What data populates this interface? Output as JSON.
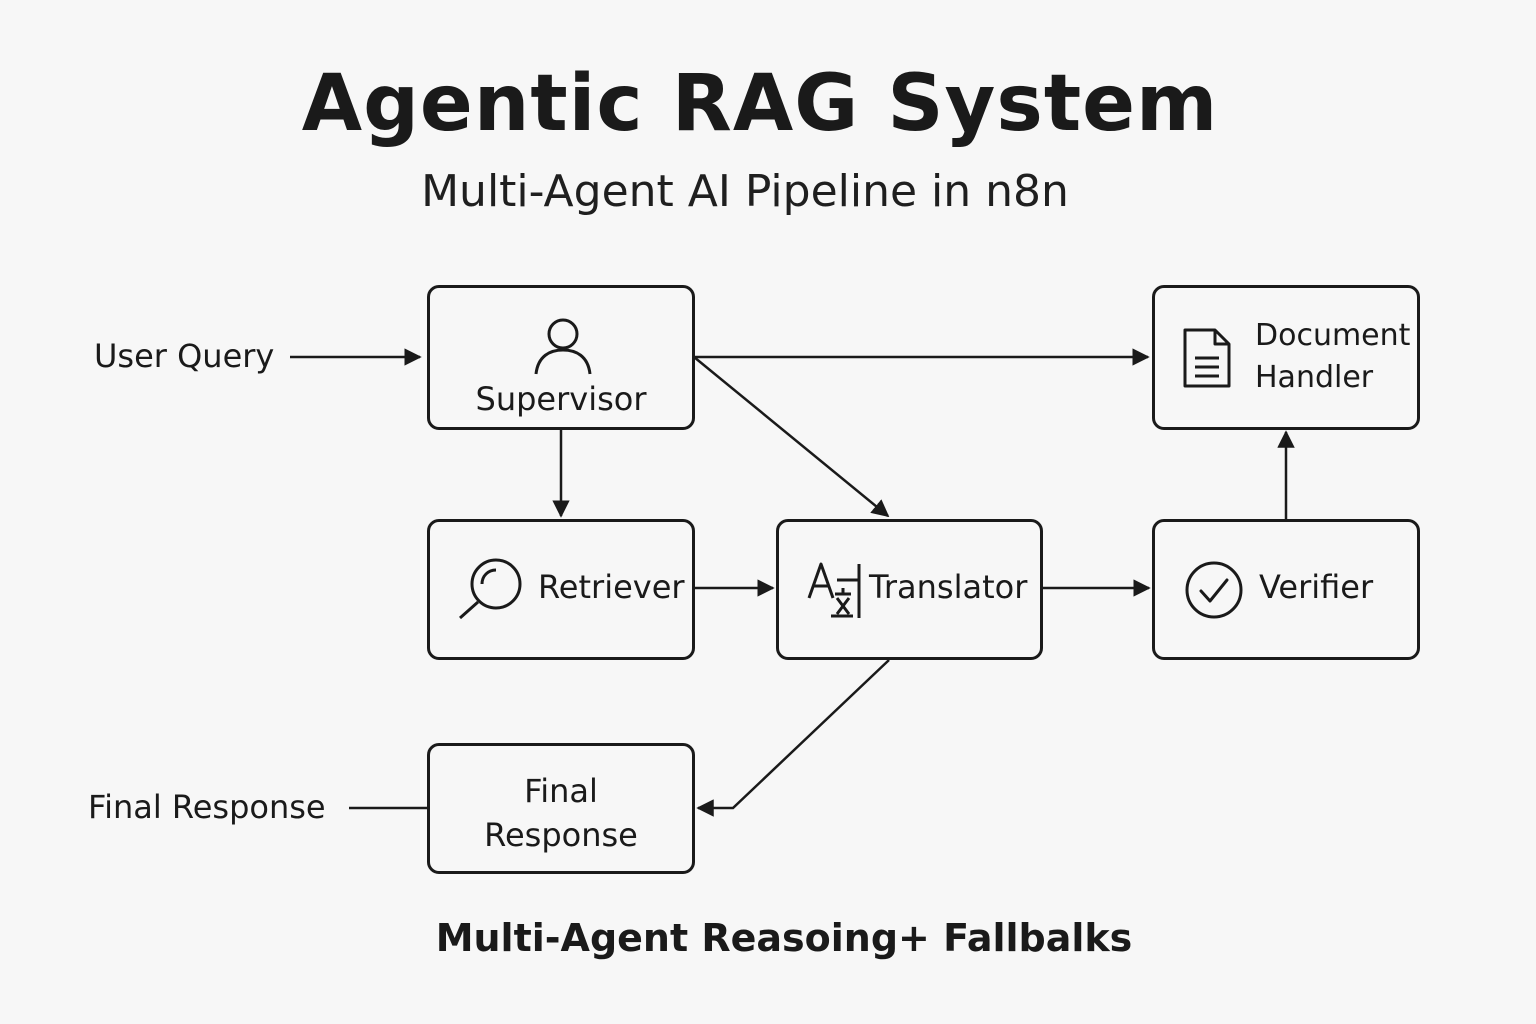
{
  "header": {
    "title": "Agentic RAG System",
    "subtitle": "Multi-Agent AI Pipeline in n8n"
  },
  "inputs": {
    "user_query": "User Query",
    "final_response": "Final Response"
  },
  "nodes": {
    "supervisor": {
      "label": "Supervisor",
      "icon": "user-icon"
    },
    "document_handler": {
      "label_line1": "Document",
      "label_line2": "Handler",
      "icon": "document-icon"
    },
    "retriever": {
      "label": "Retriever",
      "icon": "search-icon"
    },
    "translator": {
      "label": "Translator",
      "icon": "translate-icon"
    },
    "verifier": {
      "label": "Verifier",
      "icon": "check-circle-icon"
    },
    "final_response": {
      "label_line1": "Final",
      "label_line2": "Response"
    }
  },
  "footer": {
    "caption": "Multi-Agent Reasoing+ Fallbalks"
  },
  "colors": {
    "background": "#f7f7f7",
    "stroke": "#1a1a1a"
  }
}
